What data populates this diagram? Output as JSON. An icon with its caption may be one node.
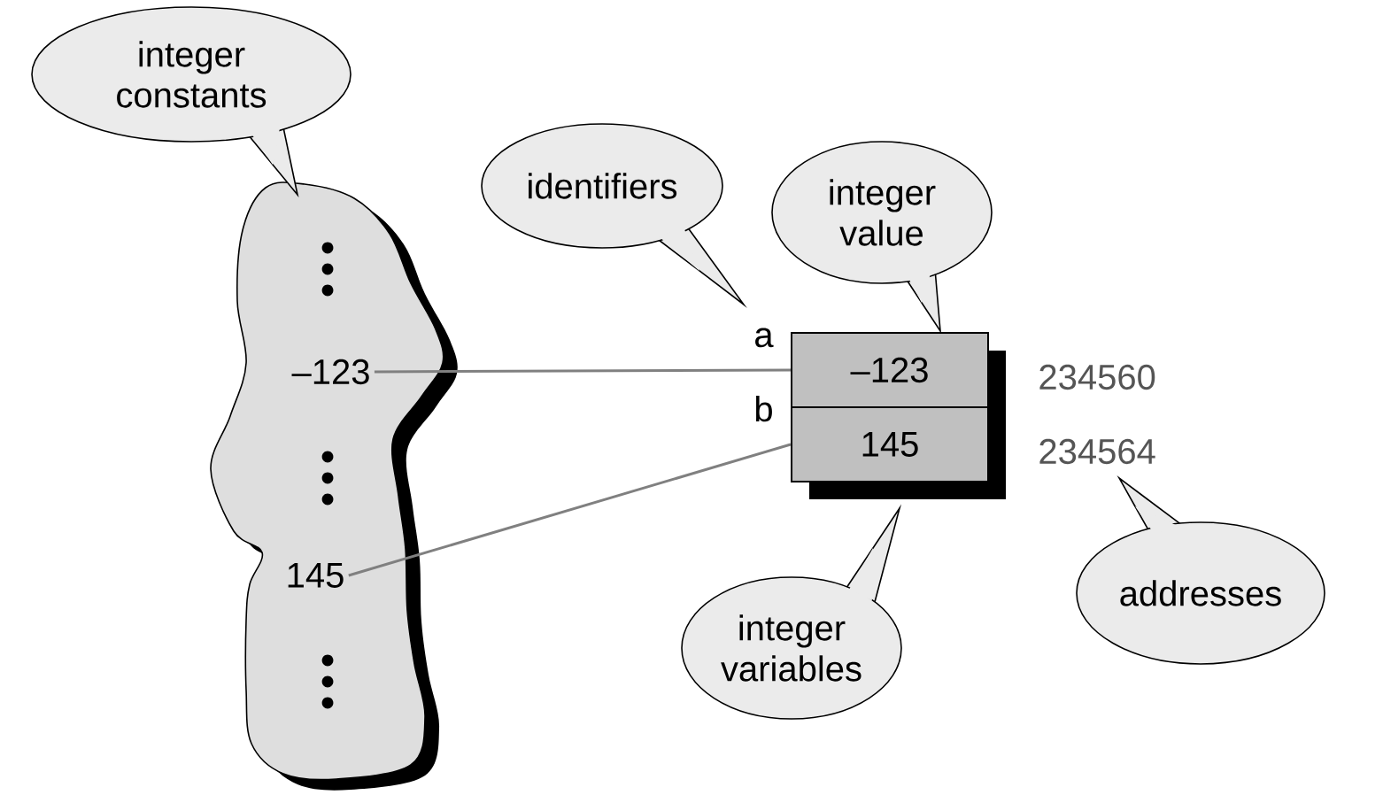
{
  "diagram": {
    "nodes": [
      {
        "text": [],
        "shape": "cloud"
      },
      {
        "text": [
          "–123"
        ],
        "in": 0
      },
      {
        "text": [
          "145"
        ],
        "in": 0
      },
      {
        "text": [
          "–123"
        ],
        "beside": [
          "a"
        ]
      },
      {
        "text": [
          "145"
        ],
        "beside": [
          "b"
        ]
      },
      {
        "text": [
          "integer constants"
        ]
      },
      {
        "text": [
          "identifiers"
        ]
      },
      {
        "text": [
          "integer value"
        ]
      },
      {
        "text": [
          "integer variables"
        ]
      },
      {
        "text": [
          "addresses"
        ]
      }
    ],
    "edges": [
      {
        "from": 1,
        "to": 3,
        "arrow": "none"
      },
      {
        "from": 2,
        "to": 4,
        "arrow": "none"
      }
    ],
    "labels": [
      "234560",
      "234564"
    ]
  }
}
